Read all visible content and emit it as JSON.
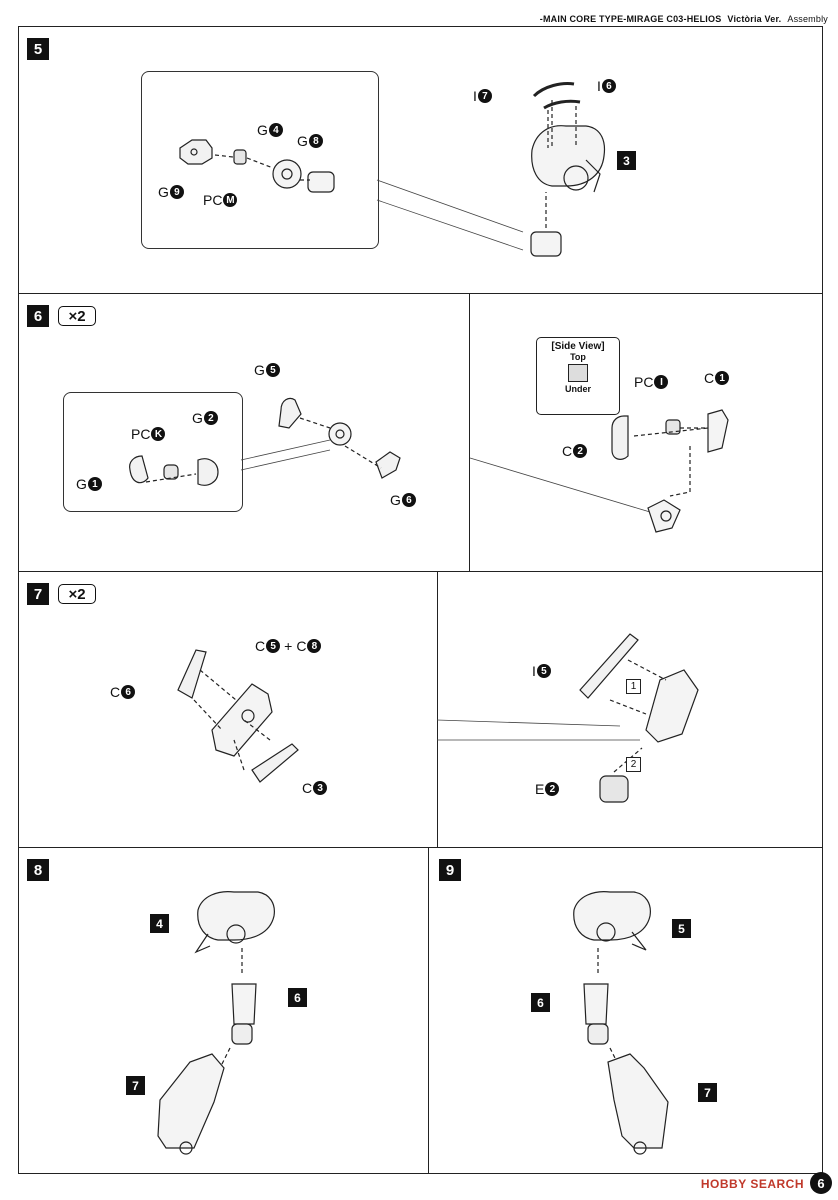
{
  "header": {
    "line": "-MAIN CORE TYPE-MIRAGE  C03-HELIOS",
    "version": "Victòria Ver.",
    "section": "Assembly"
  },
  "steps": {
    "s5": "5",
    "s6": "6",
    "s7": "7",
    "s8": "8",
    "s9": "9",
    "x2": "×2"
  },
  "labels": {
    "step5": {
      "g9": {
        "prefix": "G",
        "num": "9"
      },
      "pcm": {
        "prefix": "PC",
        "num": "M"
      },
      "g4": {
        "prefix": "G",
        "num": "4"
      },
      "g8": {
        "prefix": "G",
        "num": "8"
      },
      "i7": {
        "prefix": "I",
        "num": "7"
      },
      "i6": {
        "prefix": "I",
        "num": "6"
      },
      "sub3": "3"
    },
    "step6": {
      "g1": {
        "prefix": "G",
        "num": "1"
      },
      "pck": {
        "prefix": "PC",
        "num": "K"
      },
      "g2": {
        "prefix": "G",
        "num": "2"
      },
      "g5": {
        "prefix": "G",
        "num": "5"
      },
      "g6": {
        "prefix": "G",
        "num": "6"
      },
      "pci": {
        "prefix": "PC",
        "num": "I"
      },
      "c1": {
        "prefix": "C",
        "num": "1"
      },
      "c2": {
        "prefix": "C",
        "num": "2"
      },
      "sideview_title": "[Side View]",
      "top": "Top",
      "under": "Under"
    },
    "step7": {
      "c6": {
        "prefix": "C",
        "num": "6"
      },
      "c5": {
        "prefix": "C",
        "num": "5"
      },
      "plus": "+",
      "c8": {
        "prefix": "C",
        "num": "8"
      },
      "c3": {
        "prefix": "C",
        "num": "3"
      },
      "i5": {
        "prefix": "I",
        "num": "5"
      },
      "e2": {
        "prefix": "E",
        "num": "2"
      },
      "order1": "1",
      "order2": "2"
    },
    "step8": {
      "a": "4",
      "b": "6",
      "c": "7"
    },
    "step9": {
      "a": "5",
      "b": "6",
      "c": "7"
    }
  },
  "footer": {
    "page": "6",
    "watermark": "HOBBY SEARCH"
  }
}
